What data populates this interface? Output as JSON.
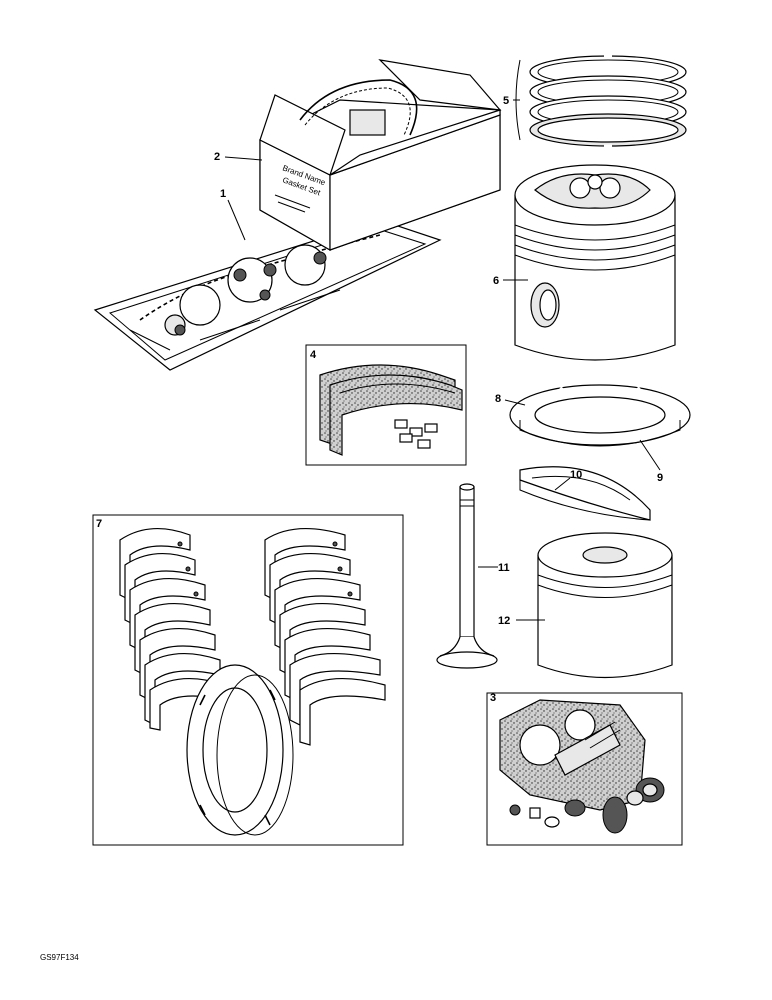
{
  "figure": {
    "code": "GS97F134",
    "callouts": {
      "c1": "1",
      "c2": "2",
      "c3": "3",
      "c4": "4",
      "c5": "5",
      "c6": "6",
      "c7": "7",
      "c8": "8",
      "c9": "9",
      "c10": "10",
      "c11": "11",
      "c12": "12"
    }
  }
}
